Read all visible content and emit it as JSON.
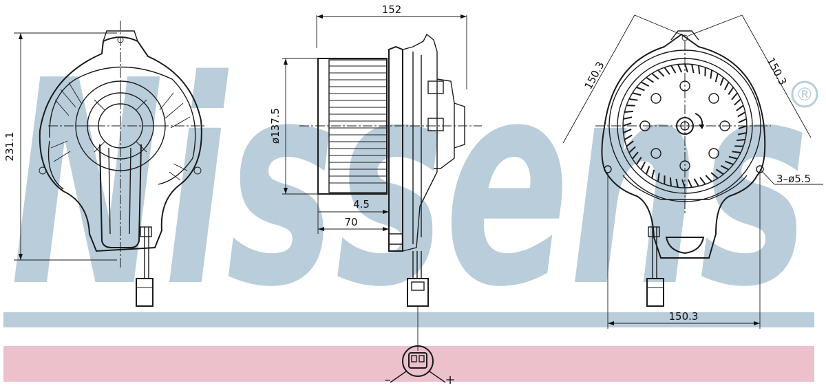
{
  "brand": {
    "watermark": "Nissens",
    "registered_mark": "®",
    "watermark_color": "#b9cddb"
  },
  "colors": {
    "band_blue": "#b9cddb",
    "band_pink": "#ecc1cb",
    "line": "#1a1a1a"
  },
  "dimensions": {
    "height": "231.1",
    "overall_width": "152",
    "diameter": "ø137.5",
    "offset": "4.5",
    "depth": "70",
    "flange_left": "150.3",
    "flange_right": "150.3",
    "flange_bottom": "150.3",
    "holes": "3–ø5.5"
  },
  "connector": {
    "minus": "–",
    "plus": "+"
  }
}
